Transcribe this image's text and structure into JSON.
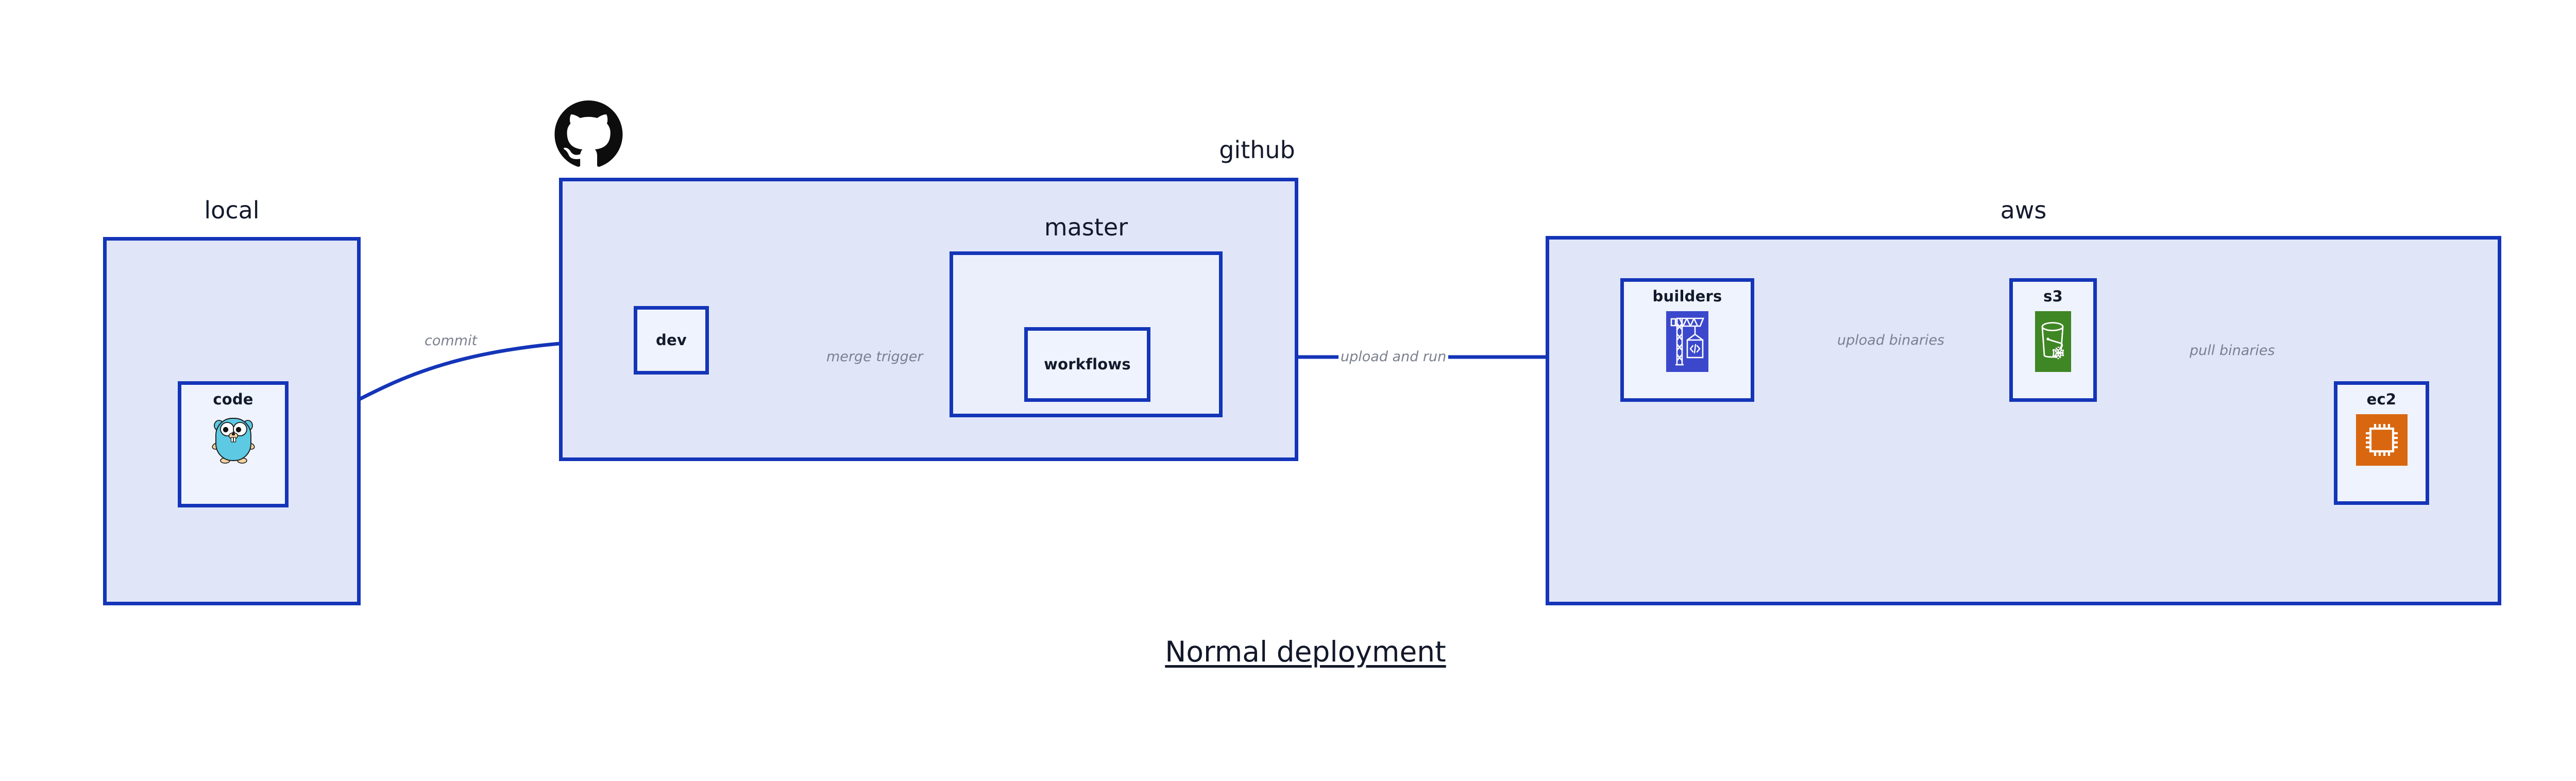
{
  "diagram": {
    "title": "Normal deployment",
    "background": "#ffffff",
    "accent_border": "#1435b8",
    "group_fill": "#e0e6f8",
    "node_fill": "#eff3fd",
    "label_color": "#7b808f",
    "text_color": "#131a2c"
  },
  "groups": [
    {
      "id": "local",
      "label": "local"
    },
    {
      "id": "github",
      "label": "github"
    },
    {
      "id": "master",
      "label": "master"
    },
    {
      "id": "aws",
      "label": "aws"
    }
  ],
  "nodes": [
    {
      "id": "code",
      "label": "code",
      "icon": "go-gopher-icon",
      "icon_color": "#5dc9e2",
      "group": "local"
    },
    {
      "id": "dev",
      "label": "dev",
      "icon": null,
      "icon_color": null,
      "group": "github"
    },
    {
      "id": "workflows",
      "label": "workflows",
      "icon": null,
      "icon_color": null,
      "group": "master"
    },
    {
      "id": "builders",
      "label": "builders",
      "icon": "aws-codebuild-crane-icon",
      "icon_color": "#3b48cc",
      "group": "aws"
    },
    {
      "id": "s3",
      "label": "s3",
      "icon": "aws-s3-bucket-icon",
      "icon_color": "#3f8624",
      "group": "aws"
    },
    {
      "id": "ec2",
      "label": "ec2",
      "icon": "aws-ec2-chip-icon",
      "icon_color": "#d9670f",
      "group": "aws"
    }
  ],
  "edges": [
    {
      "id": "commit",
      "label": "commit",
      "from": "code",
      "to": "dev"
    },
    {
      "id": "merge-trigger",
      "label": "merge trigger",
      "from": "dev",
      "to": "workflows"
    },
    {
      "id": "upload-and-run",
      "label": "upload and run",
      "from": "workflows",
      "to": "builders"
    },
    {
      "id": "upload-binaries",
      "label": "upload binaries",
      "from": "builders",
      "to": "s3"
    },
    {
      "id": "pull-binaries",
      "label": "pull binaries",
      "from": "s3",
      "to": "ec2"
    }
  ],
  "logos": [
    {
      "id": "github-octocat",
      "icon": "github-octocat-icon",
      "color": "#0d0d0d"
    }
  ]
}
